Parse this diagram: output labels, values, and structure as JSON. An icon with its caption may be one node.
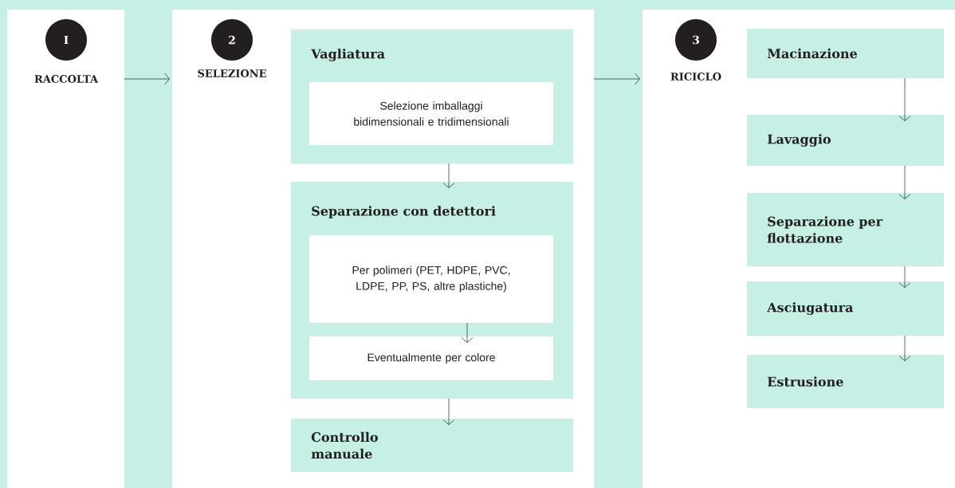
{
  "diagram": {
    "nodes": [
      {
        "text": [
          "RACCOLTA"
        ]
      },
      {
        "text": [
          "I"
        ],
        "in": 0
      },
      {
        "text": [
          "SELEZIONE"
        ]
      },
      {
        "text": [
          "2"
        ],
        "in": 2
      },
      {
        "text": [
          "Vagliatura"
        ],
        "in": 2
      },
      {
        "text": [
          "Selezione imballaggi bidimensionali e tridimensionali"
        ],
        "in": 4
      },
      {
        "text": [
          "Separazione con detettori"
        ],
        "in": 2
      },
      {
        "text": [
          "Per polimeri (PET, HDPE, PVC, LDPE, PP, PS, altre plastiche)"
        ],
        "in": 6
      },
      {
        "text": [
          "Eventualmente per colore"
        ],
        "in": 6
      },
      {
        "text": [
          "Controllo manuale"
        ],
        "in": 2
      },
      {
        "text": [
          "RICICLO"
        ]
      },
      {
        "text": [
          "3"
        ],
        "in": 10
      },
      {
        "text": [
          "Macinazione"
        ],
        "in": 10
      },
      {
        "text": [
          "Lavaggio"
        ],
        "in": 10
      },
      {
        "text": [
          "Separazione per flottazione"
        ],
        "in": 10
      },
      {
        "text": [
          "Asciugatura"
        ],
        "in": 10
      },
      {
        "text": [
          "Estrusione"
        ],
        "in": 10
      }
    ],
    "edges": [
      {
        "from": 0,
        "to": 2,
        "arrow": "to"
      },
      {
        "from": 2,
        "to": 10,
        "arrow": "to"
      },
      {
        "from": 4,
        "to": 6,
        "arrow": "to"
      },
      {
        "from": 7,
        "to": 8,
        "arrow": "to"
      },
      {
        "from": 6,
        "to": 9,
        "arrow": "to"
      },
      {
        "from": 12,
        "to": 13,
        "arrow": "to"
      },
      {
        "from": 13,
        "to": 14,
        "arrow": "to"
      },
      {
        "from": 14,
        "to": 15,
        "arrow": "to"
      },
      {
        "from": 15,
        "to": 16,
        "arrow": "to"
      }
    ]
  }
}
